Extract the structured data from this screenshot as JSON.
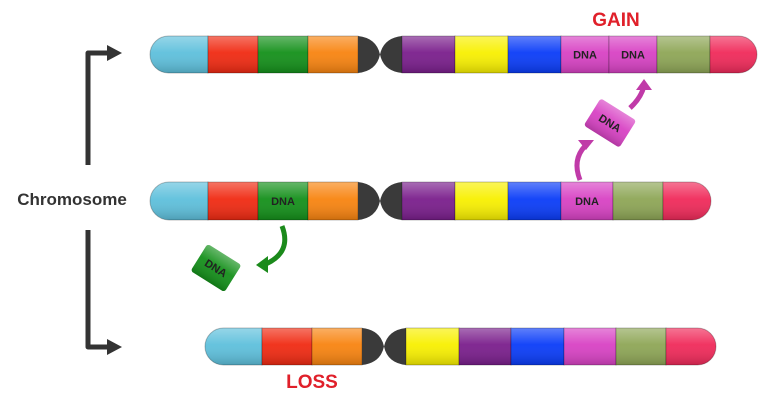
{
  "labels": {
    "gain": "GAIN",
    "loss": "LOSS",
    "chromosome": "Chromosome"
  },
  "colors": {
    "gain_text": "#e0202a",
    "loss_text": "#e0202a",
    "label_text": "#333333",
    "arrow_green": "#1b8a1b",
    "arrow_magenta": "#c03aa8",
    "bracket": "#333333",
    "centromere": "#3a3a3a"
  },
  "segment_colors": {
    "sky": "#5ec0dc",
    "red": "#f02a12",
    "green": "#14901a",
    "orange": "#f88410",
    "purple": "#7a1e8c",
    "yellow": "#f8f000",
    "blue": "#0a3cf8",
    "magenta": "#d842c4",
    "olive": "#8ea656",
    "pink": "#f02a5a"
  },
  "chromosomes": [
    {
      "id": "gain",
      "segments": [
        {
          "color": "sky",
          "text": ""
        },
        {
          "color": "red",
          "text": ""
        },
        {
          "color": "green",
          "text": ""
        },
        {
          "color": "orange",
          "text": ""
        },
        {
          "color": "centromere",
          "text": ""
        },
        {
          "color": "purple",
          "text": ""
        },
        {
          "color": "yellow",
          "text": ""
        },
        {
          "color": "blue",
          "text": ""
        },
        {
          "color": "magenta",
          "text": "DNA"
        },
        {
          "color": "magenta",
          "text": "DNA"
        },
        {
          "color": "olive",
          "text": ""
        },
        {
          "color": "pink",
          "text": ""
        }
      ]
    },
    {
      "id": "original",
      "segments": [
        {
          "color": "sky",
          "text": ""
        },
        {
          "color": "red",
          "text": ""
        },
        {
          "color": "green",
          "text": "DNA"
        },
        {
          "color": "orange",
          "text": ""
        },
        {
          "color": "centromere",
          "text": ""
        },
        {
          "color": "purple",
          "text": ""
        },
        {
          "color": "yellow",
          "text": ""
        },
        {
          "color": "blue",
          "text": ""
        },
        {
          "color": "magenta",
          "text": "DNA"
        },
        {
          "color": "olive",
          "text": ""
        },
        {
          "color": "pink",
          "text": ""
        }
      ]
    },
    {
      "id": "loss",
      "segments": [
        {
          "color": "sky",
          "text": ""
        },
        {
          "color": "red",
          "text": ""
        },
        {
          "color": "orange",
          "text": ""
        },
        {
          "color": "centromere",
          "text": ""
        },
        {
          "color": "yellow",
          "text": ""
        },
        {
          "color": "purple",
          "text": ""
        },
        {
          "color": "blue",
          "text": ""
        },
        {
          "color": "magenta",
          "text": ""
        },
        {
          "color": "olive",
          "text": ""
        },
        {
          "color": "pink",
          "text": ""
        }
      ]
    }
  ],
  "floating_blocks": [
    {
      "id": "duplicated-block",
      "color": "magenta",
      "text": "DNA"
    },
    {
      "id": "deleted-block",
      "color": "green",
      "text": "DNA"
    }
  ]
}
